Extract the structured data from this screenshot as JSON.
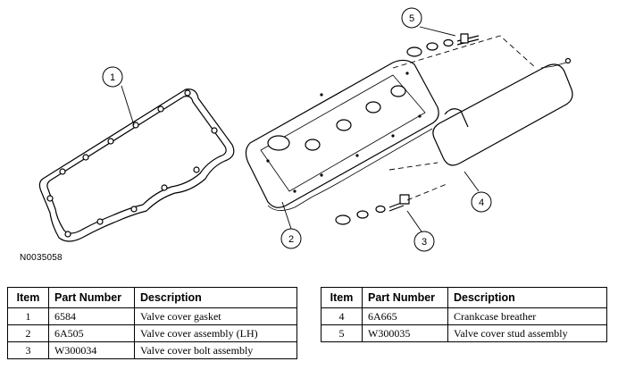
{
  "figure": {
    "id": "N0035058",
    "callouts": [
      "1",
      "2",
      "3",
      "4",
      "5"
    ]
  },
  "table": {
    "headers": {
      "item": "Item",
      "part_number": "Part Number",
      "description": "Description"
    },
    "left_rows": [
      {
        "item": "1",
        "part_number": "6584",
        "description": "Valve cover gasket"
      },
      {
        "item": "2",
        "part_number": "6A505",
        "description": "Valve cover assembly (LH)"
      },
      {
        "item": "3",
        "part_number": "W300034",
        "description": "Valve cover bolt assembly"
      }
    ],
    "right_rows": [
      {
        "item": "4",
        "part_number": "6A665",
        "description": "Crankcase breather"
      },
      {
        "item": "5",
        "part_number": "W300035",
        "description": "Valve cover stud assembly"
      }
    ]
  }
}
